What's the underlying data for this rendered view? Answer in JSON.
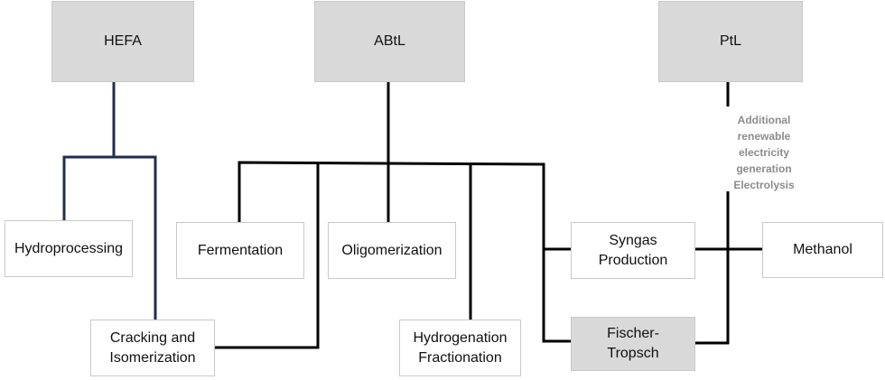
{
  "diagram": {
    "pathways": {
      "hefa": "HEFA",
      "abtl": "ABtL",
      "ptl": "PtL"
    },
    "processes": {
      "hydroprocessing": "Hydroprocessing",
      "cracking": "Cracking and\nIsomerization",
      "fermentation": "Fermentation",
      "oligomerization": "Oligomerization",
      "hydrogenation": "Hydrogenation\nFractionation",
      "syngas": "Syngas\nProduction",
      "fischer": "Fischer-\nTropsch",
      "methanol": "Methanol"
    },
    "ptl_note": "Additional\nrenewable\nelectricity\ngeneration\nElectrolysis",
    "colors": {
      "header_fill": "#d9d9d9",
      "box_border": "#c9c9c9",
      "hefa_connector": "#1f2d4e",
      "connector": "#000000",
      "note_text": "#8c8c8c"
    }
  }
}
